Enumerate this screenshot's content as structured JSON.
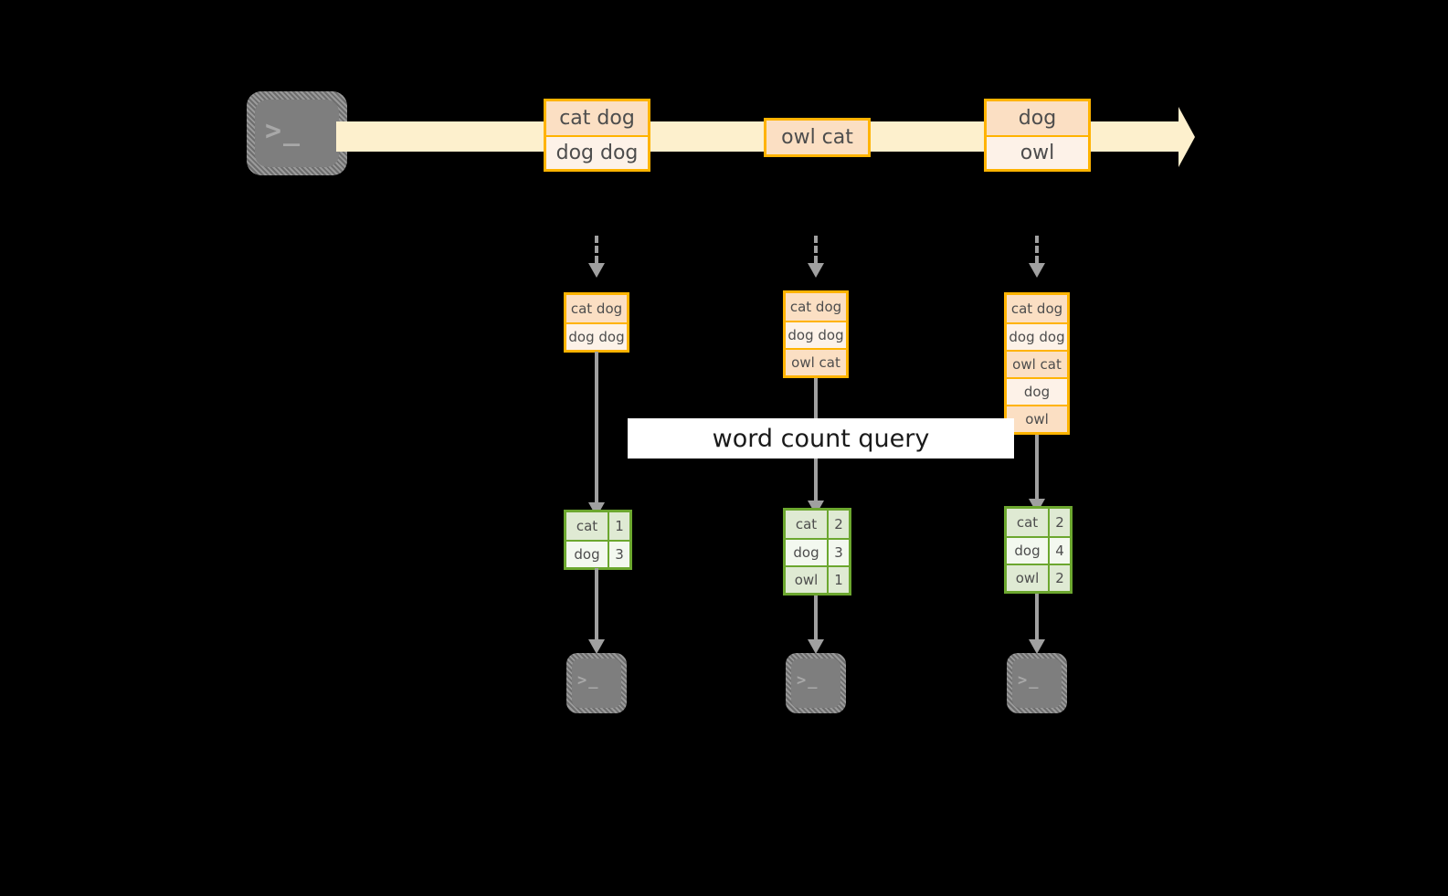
{
  "diagram": {
    "title_label": "word count query",
    "colors": {
      "background": "#000000",
      "stream_fill": "#fdf0cd",
      "event_border": "#ffb300",
      "event_fill_dark": "#fbdfc3",
      "event_fill_light": "#fdf2e8",
      "count_border": "#6ca72f",
      "count_fill_dark": "#dfead3",
      "count_fill_light": "#f3f8ef",
      "arrow_gray": "#a0a0a0",
      "terminal_gray": "#7e7e7e"
    },
    "source": {
      "icon": "terminal-icon",
      "glyph": ">_"
    },
    "stream": {
      "events": [
        {
          "lines": [
            "cat dog",
            "dog dog"
          ]
        },
        {
          "lines": [
            "owl cat"
          ]
        },
        {
          "lines": [
            "dog",
            "owl"
          ]
        }
      ]
    },
    "snapshots": [
      {
        "id": "snapshot-1",
        "events": [
          "cat dog",
          "dog dog"
        ],
        "counts": [
          {
            "word": "cat",
            "count": "1"
          },
          {
            "word": "dog",
            "count": "3"
          }
        ],
        "sink": {
          "icon": "terminal-icon",
          "glyph": ">_"
        }
      },
      {
        "id": "snapshot-2",
        "events": [
          "cat dog",
          "dog dog",
          "owl cat"
        ],
        "counts": [
          {
            "word": "cat",
            "count": "2"
          },
          {
            "word": "dog",
            "count": "3"
          },
          {
            "word": "owl",
            "count": "1"
          }
        ],
        "sink": {
          "icon": "terminal-icon",
          "glyph": ">_"
        }
      },
      {
        "id": "snapshot-3",
        "events": [
          "cat dog",
          "dog dog",
          "owl cat",
          "dog",
          "owl"
        ],
        "counts": [
          {
            "word": "cat",
            "count": "2"
          },
          {
            "word": "dog",
            "count": "4"
          },
          {
            "word": "owl",
            "count": "2"
          }
        ],
        "sink": {
          "icon": "terminal-icon",
          "glyph": ">_"
        }
      }
    ]
  }
}
